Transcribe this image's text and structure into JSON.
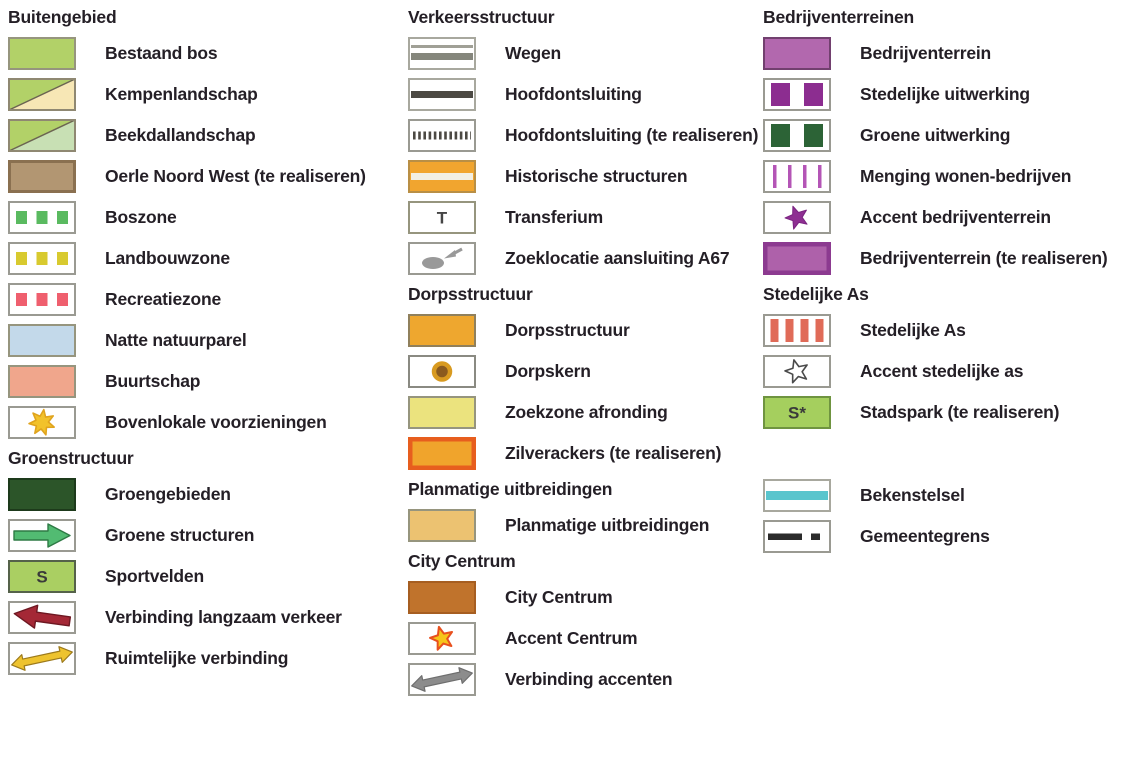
{
  "page": {
    "background": "#ffffff",
    "text_color": "#241f26"
  },
  "columns": [
    {
      "sections": [
        {
          "header": "Buitengebied",
          "items": [
            {
              "label": "Bestaand bos",
              "icon": {
                "name": "bestaand-bos-swatch",
                "type": "fill",
                "fill": "#b2d168",
                "border": "#96957e"
              }
            },
            {
              "label": "Kempenlandschap",
              "icon": {
                "name": "kempenlandschap-swatch",
                "type": "diagonal",
                "top": "#b2d168",
                "bottom": "#f7e7b5",
                "border": "#8f8872",
                "line": "#6b6452"
              }
            },
            {
              "label": "Beekdallandschap",
              "icon": {
                "name": "beekdallandschap-swatch",
                "type": "diagonal",
                "top": "#b2d168",
                "bottom": "#c8e0b4",
                "border": "#8f8872",
                "line": "#6b6452"
              }
            },
            {
              "label": "Oerle Noord West (te realiseren)",
              "icon": {
                "name": "oerle-noord-west-swatch",
                "type": "fill",
                "fill": "#b29672",
                "border": "#8a7050",
                "borderWidth": 3
              }
            },
            {
              "label": "Boszone",
              "icon": {
                "name": "boszone-swatch",
                "type": "squares",
                "count": 3,
                "color": "#5aba60"
              }
            },
            {
              "label": "Landbouwzone",
              "icon": {
                "name": "landbouwzone-swatch",
                "type": "squares",
                "count": 3,
                "color": "#d8ca2f"
              }
            },
            {
              "label": "Recreatiezone",
              "icon": {
                "name": "recreatiezone-swatch",
                "type": "squares",
                "count": 3,
                "color": "#ef5f6e"
              }
            },
            {
              "label": "Natte natuurparel",
              "icon": {
                "name": "natte-natuurparel-swatch",
                "type": "fill",
                "fill": "#c3d9ea",
                "border": "#96957e"
              }
            },
            {
              "label": "Buurtschap",
              "icon": {
                "name": "buurtschap-swatch",
                "type": "fill",
                "fill": "#f0a68c",
                "border": "#96957e"
              }
            },
            {
              "label": "Bovenlokale voorzieningen",
              "icon": {
                "name": "bovenlokale-voorzieningen-star-swatch",
                "type": "star",
                "points": 7,
                "fill": "#f2c22b",
                "stroke": "#e0a41e",
                "rotate": 8
              }
            }
          ]
        },
        {
          "header": "Groenstructuur",
          "items": [
            {
              "label": "Groengebieden",
              "icon": {
                "name": "groengebieden-swatch",
                "type": "fill",
                "fill": "#2c5529",
                "border": "#1d3a1b"
              }
            },
            {
              "label": "Groene structuren",
              "icon": {
                "name": "groene-structuren-arrow-swatch",
                "type": "arrow",
                "dir": "right",
                "fill": "#52bb72",
                "stroke": "#2e7a45"
              }
            },
            {
              "label": "Sportvelden",
              "icon": {
                "name": "sportvelden-swatch",
                "type": "fill",
                "fill": "#aacf62",
                "border": "#55624a",
                "text": "S",
                "textColor": "#3a3a3a"
              }
            },
            {
              "label": "Verbinding langzaam verkeer",
              "icon": {
                "name": "verbinding-langzaam-verkeer-arrow-swatch",
                "type": "arrow",
                "dir": "left",
                "fill": "#a42836",
                "stroke": "#6e1822",
                "rotate": 8
              }
            },
            {
              "label": "Ruimtelijke verbinding",
              "icon": {
                "name": "ruimtelijke-verbinding-arrow-swatch",
                "type": "doublearrow",
                "color": "#eec32f",
                "stroke": "#9c7a1c",
                "rotate": -12
              }
            }
          ]
        }
      ]
    },
    {
      "sections": [
        {
          "header": "Verkeersstructuur",
          "items": [
            {
              "label": "Wegen",
              "icon": {
                "name": "wegen-swatch",
                "type": "lines",
                "lines": [
                  {
                    "y": 8,
                    "h": 3,
                    "color": "#a0a096"
                  },
                  {
                    "y": 16,
                    "h": 7,
                    "color": "#85867c"
                  }
                ]
              }
            },
            {
              "label": "Hoofdontsluiting",
              "icon": {
                "name": "hoofdontsluiting-swatch",
                "type": "lines",
                "lines": [
                  {
                    "y": 13,
                    "h": 7,
                    "color": "#4c4943"
                  }
                ]
              }
            },
            {
              "label": "Hoofdontsluiting (te realiseren)",
              "icon": {
                "name": "hoofdontsluiting-te-realiseren-swatch",
                "type": "dashline",
                "color": "#4c4943"
              }
            },
            {
              "label": "Historische structuren",
              "icon": {
                "name": "historische-structuren-swatch",
                "type": "fill",
                "fill": "#f1a52f",
                "border": "#b98f45",
                "stripe": "#f2efe4"
              }
            },
            {
              "label": "Transferium",
              "icon": {
                "name": "transferium-swatch",
                "type": "fill",
                "fill": "#ffffff",
                "border": "#96957e",
                "text": "T",
                "textColor": "#454545"
              }
            },
            {
              "label": "Zoeklocatie aansluiting A67",
              "icon": {
                "name": "zoeklocatie-a67-swatch",
                "type": "ellipse-arrow",
                "color": "#999999"
              }
            }
          ]
        },
        {
          "header": "Dorpsstructuur",
          "items": [
            {
              "label": "Dorpsstructuur",
              "icon": {
                "name": "dorpsstructuur-swatch",
                "type": "fill",
                "fill": "#eea72f",
                "border": "#90805c"
              }
            },
            {
              "label": "Dorpskern",
              "icon": {
                "name": "dorpskern-swatch",
                "type": "circle",
                "inner": "#8a5a1e",
                "ring": "#d89a20"
              }
            },
            {
              "label": "Zoekzone afronding",
              "icon": {
                "name": "zoekzone-afronding-swatch",
                "type": "fill",
                "fill": "#ebe37e",
                "border": "#96957e"
              }
            },
            {
              "label": "Zilverackers (te realiseren)",
              "icon": {
                "name": "zilverackers-swatch",
                "type": "fill",
                "fill": "#f0a42c",
                "border": "#e75e1e",
                "borderWidth": 4.5
              }
            }
          ]
        },
        {
          "header": "Planmatige uitbreidingen",
          "items": [
            {
              "label": "Planmatige uitbreidingen",
              "icon": {
                "name": "planmatige-uitbreidingen-swatch",
                "type": "fill",
                "fill": "#ecc271",
                "border": "#96957e"
              }
            }
          ]
        },
        {
          "header": "City Centrum",
          "items": [
            {
              "label": "City Centrum",
              "icon": {
                "name": "city-centrum-swatch",
                "type": "fill",
                "fill": "#c0732c",
                "border": "#a65e21"
              }
            },
            {
              "label": "Accent Centrum",
              "icon": {
                "name": "accent-centrum-star-swatch",
                "type": "star",
                "points": 5,
                "fill": "#f6c51a",
                "stroke": "#e8501e",
                "strokeWidth": 2,
                "rotate": -15
              }
            },
            {
              "label": "Verbinding accenten",
              "icon": {
                "name": "verbinding-accenten-arrow-swatch",
                "type": "doublearrow",
                "color": "#8c8c8c",
                "stroke": "#6f6f6f",
                "rotate": -12
              }
            }
          ]
        }
      ]
    },
    {
      "sections": [
        {
          "header": "Bedrijventerreinen",
          "items": [
            {
              "label": "Bedrijventerrein",
              "icon": {
                "name": "bedrijventerrein-swatch",
                "type": "fill",
                "fill": "#b268ae",
                "border": "#72406f"
              }
            },
            {
              "label": "Stedelijke uitwerking",
              "icon": {
                "name": "stedelijke-uitwerking-swatch",
                "type": "squares",
                "count": 2,
                "color": "#8c2d90"
              }
            },
            {
              "label": "Groene uitwerking",
              "icon": {
                "name": "groene-uitwerking-swatch",
                "type": "squares",
                "count": 2,
                "color": "#2c6336"
              }
            },
            {
              "label": "Menging wonen-bedrijven",
              "icon": {
                "name": "menging-wonen-bedrijven-swatch",
                "type": "vstripes",
                "thick": false,
                "color": "#b455b6"
              }
            },
            {
              "label": "Accent bedrijventerrein",
              "icon": {
                "name": "accent-bedrijventerrein-star-swatch",
                "type": "star",
                "points": 5,
                "fill": "#8e2f92",
                "stroke": "#7a2480",
                "strokeWidth": 1,
                "rotate": -20
              }
            },
            {
              "label": "Bedrijventerrein (te realiseren)",
              "icon": {
                "name": "bedrijventerrein-te-realiseren-swatch",
                "type": "fill",
                "fill": "#ae61aa",
                "border": "#8c3a90",
                "borderWidth": 4.5
              }
            }
          ]
        },
        {
          "header": "Stedelijke As",
          "items": [
            {
              "label": "Stedelijke As",
              "icon": {
                "name": "stedelijke-as-swatch",
                "type": "vstripes",
                "thick": true,
                "color": "#e06b58"
              }
            },
            {
              "label": "Accent stedelijke as",
              "icon": {
                "name": "accent-stedelijke-as-star-swatch",
                "type": "star",
                "points": 5,
                "fill": "#ffffff",
                "stroke": "#4a4a4a",
                "strokeWidth": 1.6,
                "rotate": -15
              }
            },
            {
              "label": "Stadspark (te realiseren)",
              "icon": {
                "name": "stadspark-swatch",
                "type": "fill",
                "fill": "#a5cf5e",
                "border": "#6f9440",
                "text": "S*",
                "textColor": "#3a3a3a"
              }
            }
          ]
        },
        {
          "header": "",
          "spacerTop": 50,
          "items": [
            {
              "label": "Bekenstelsel",
              "icon": {
                "name": "bekenstelsel-swatch",
                "type": "lines",
                "lines": [
                  {
                    "y": 12,
                    "h": 9,
                    "color": "#5ac5cd"
                  }
                ]
              }
            },
            {
              "label": "Gemeentegrens",
              "icon": {
                "name": "gemeentegrens-swatch",
                "type": "dashdot",
                "color": "#2b2b2b"
              }
            }
          ]
        }
      ]
    }
  ]
}
